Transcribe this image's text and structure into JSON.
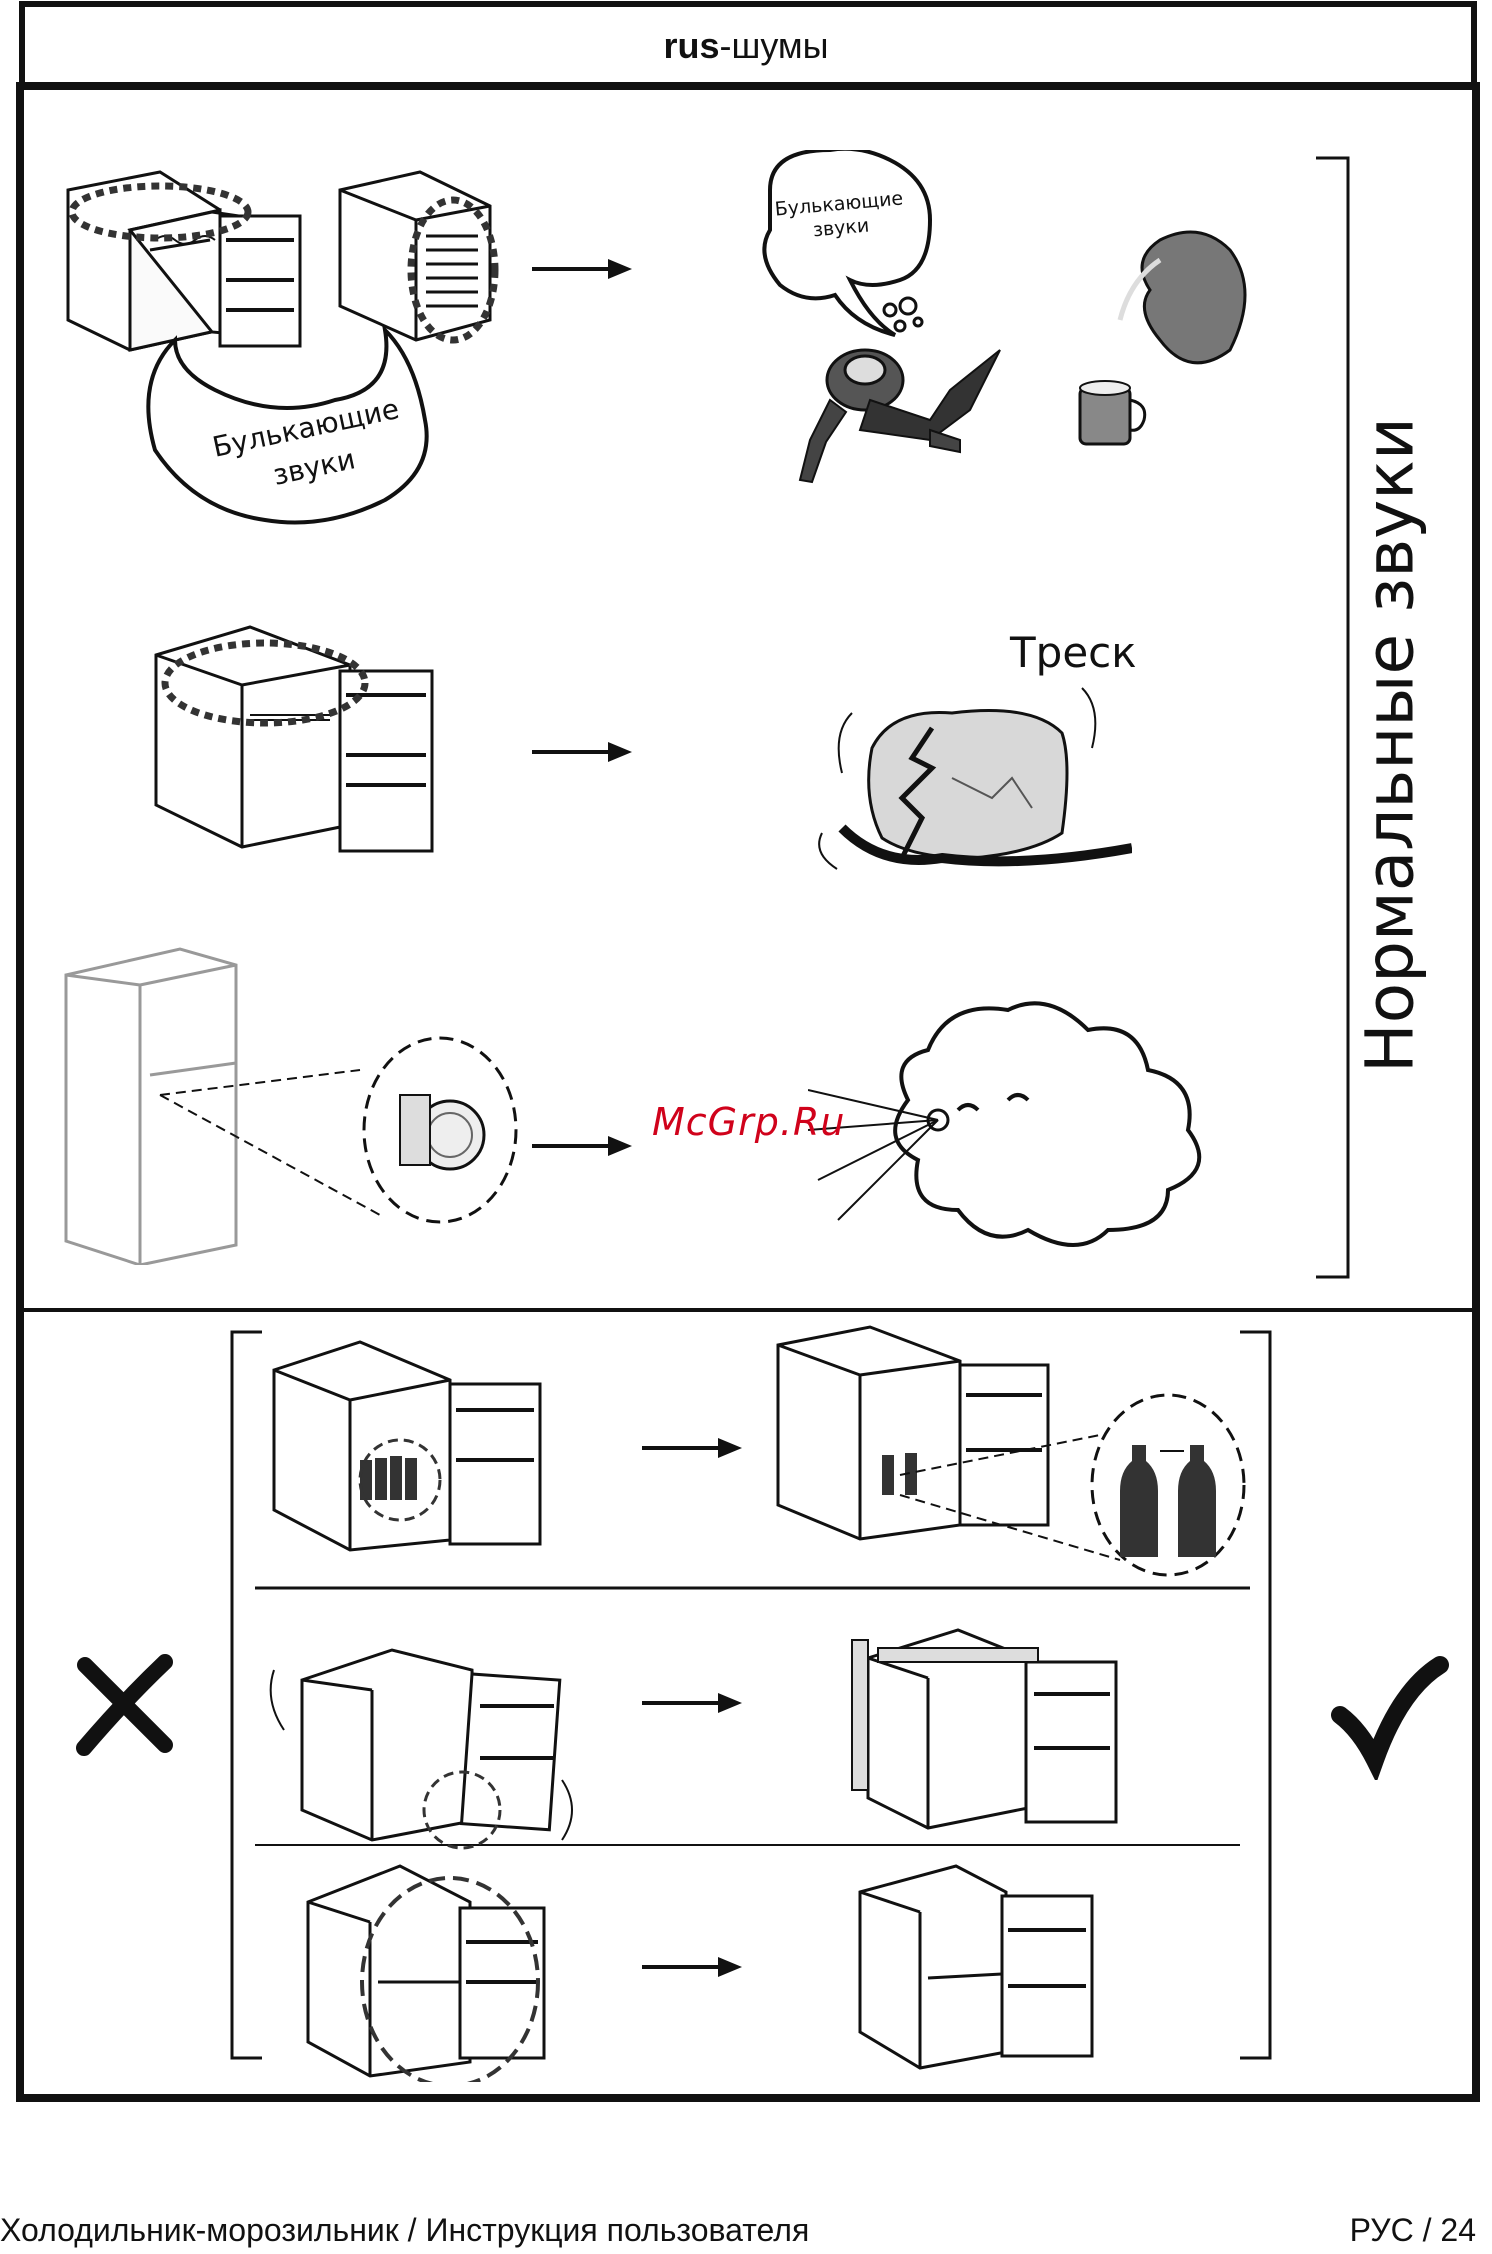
{
  "header": {
    "bold": "rus",
    "rest": "-шумы"
  },
  "section_label": "Нормальные звуки",
  "scenes": {
    "bubbling_left": "Булькающие звуки",
    "bubbling_right": "Булькающие звуки",
    "crack": "Треск"
  },
  "watermark": "McGrp.Ru",
  "footer": {
    "left": "Холодильник-морозильник / Инструкция пользователя",
    "right": "РУС / 24"
  },
  "colors": {
    "ink": "#111111",
    "watermark": "#d0021b"
  }
}
